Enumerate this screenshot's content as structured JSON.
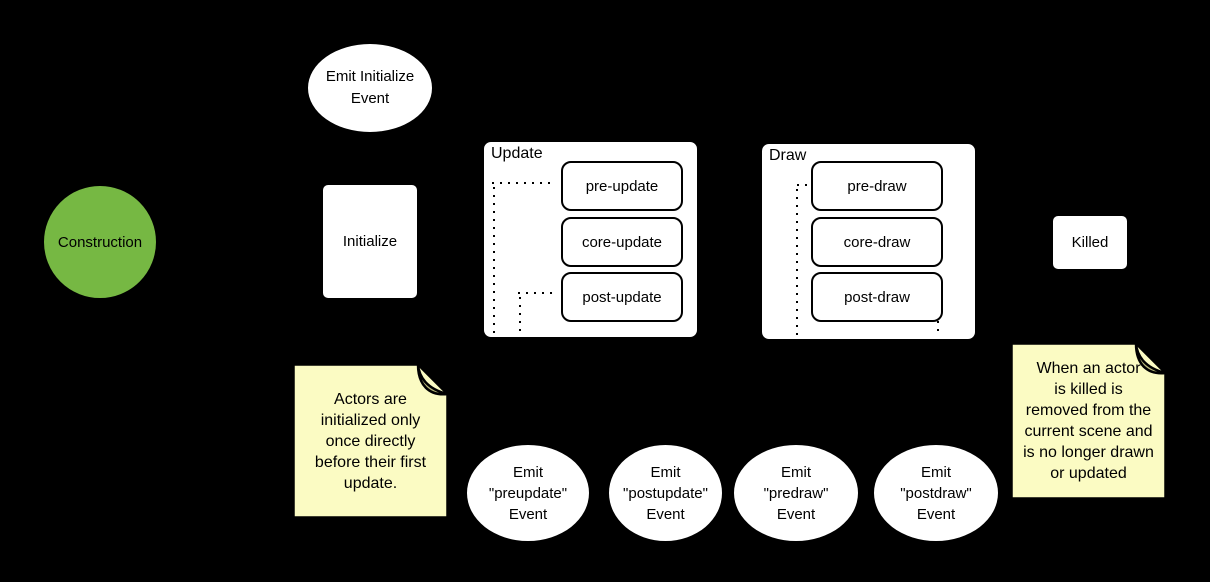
{
  "diagram": {
    "background": "#000000",
    "kind": "actor-lifecycle-state-diagram"
  },
  "colors": {
    "construction_fill": "#76b843",
    "state_fill": "#ffffff",
    "stroke": "#000000",
    "note_fill": "#fbfbc3",
    "note_fold": "#b9b97c",
    "text": "#000000"
  },
  "states": {
    "construction": {
      "label": "Construction"
    },
    "initialize": {
      "label": "Initialize"
    },
    "killed": {
      "label": "Killed"
    }
  },
  "containers": {
    "update": {
      "label": "Update",
      "items": [
        {
          "label": "pre-update"
        },
        {
          "label": "core-update"
        },
        {
          "label": "post-update"
        }
      ]
    },
    "draw": {
      "label": "Draw",
      "items": [
        {
          "label": "pre-draw"
        },
        {
          "label": "core-draw"
        },
        {
          "label": "post-draw"
        }
      ]
    }
  },
  "events": {
    "initialize": {
      "lines": [
        "Emit Initialize",
        "Event"
      ]
    },
    "preupdate": {
      "lines": [
        "Emit",
        "\"preupdate\"",
        "Event"
      ]
    },
    "postupdate": {
      "lines": [
        "Emit",
        "\"postupdate\"",
        "Event"
      ]
    },
    "predraw": {
      "lines": [
        "Emit",
        "\"predraw\"",
        "Event"
      ]
    },
    "postdraw": {
      "lines": [
        "Emit",
        "\"postdraw\"",
        "Event"
      ]
    }
  },
  "notes": {
    "initialize_note": {
      "lines": [
        "Actors are",
        "initialized only",
        "once directly",
        "before their first",
        "update."
      ]
    },
    "killed_note": {
      "lines": [
        "When an actor",
        "is killed is",
        "removed from the",
        "current scene and",
        "is no longer drawn",
        "or updated"
      ]
    }
  }
}
